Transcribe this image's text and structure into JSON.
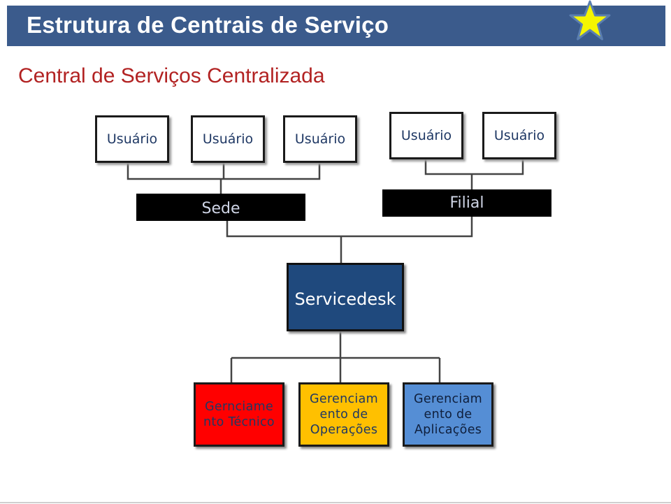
{
  "header": {
    "title": "Estrutura de Centrais de Serviço"
  },
  "subtitle": "Central de Serviços Centralizada",
  "colors": {
    "header_bg": "#3b5b8c",
    "subtitle": "#b22222",
    "servicedesk": "#1f497d",
    "mgmt_tecnico": "#ff0000",
    "mgmt_operacoes": "#ffc000",
    "mgmt_aplicacoes": "#558ed5"
  },
  "icons": {
    "header_icon": "star-icon"
  },
  "users": [
    "Usuário",
    "Usuário",
    "Usuário",
    "Usuário",
    "Usuário"
  ],
  "locations": {
    "sede": "Sede",
    "filial": "Filial"
  },
  "servicedesk": "Servicedesk",
  "management": [
    "Gernciame nto Técnico",
    "Gerenciam ento de Operações",
    "Gerenciam ento de Aplicações"
  ]
}
